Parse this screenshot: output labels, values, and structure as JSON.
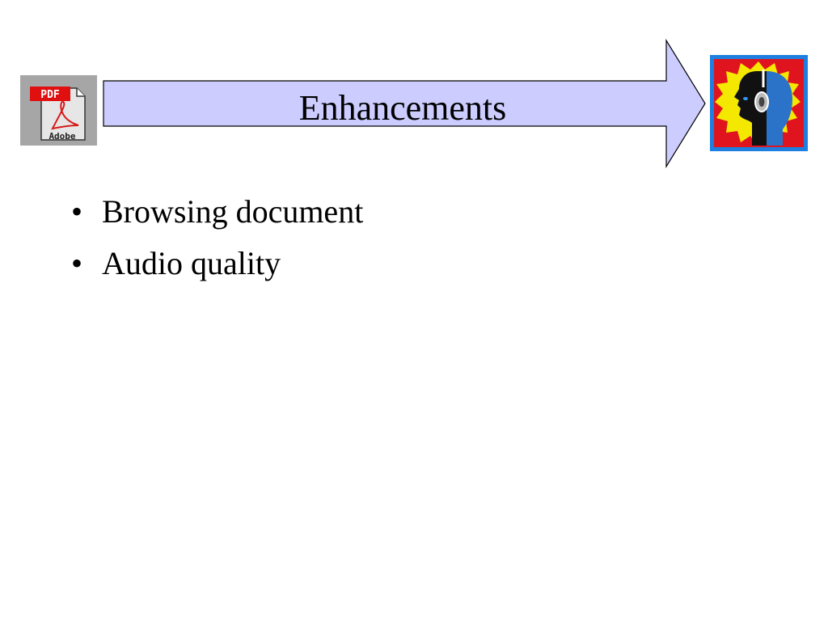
{
  "slide": {
    "title": "Enhancements",
    "bullets": [
      {
        "marker": "•",
        "text": "Browsing document"
      },
      {
        "marker": "•",
        "text": "Audio quality"
      }
    ]
  },
  "pdf_icon": {
    "badge": "PDF",
    "brand": "Adobe"
  },
  "colors": {
    "arrow_fill": "#ccccff",
    "arrow_stroke": "#000000",
    "pdf_bg": "#a6a6a6",
    "pdf_badge": "#e01010",
    "audio_border": "#1e7fe0",
    "audio_red": "#e0141e",
    "audio_yellow": "#f5e800"
  }
}
